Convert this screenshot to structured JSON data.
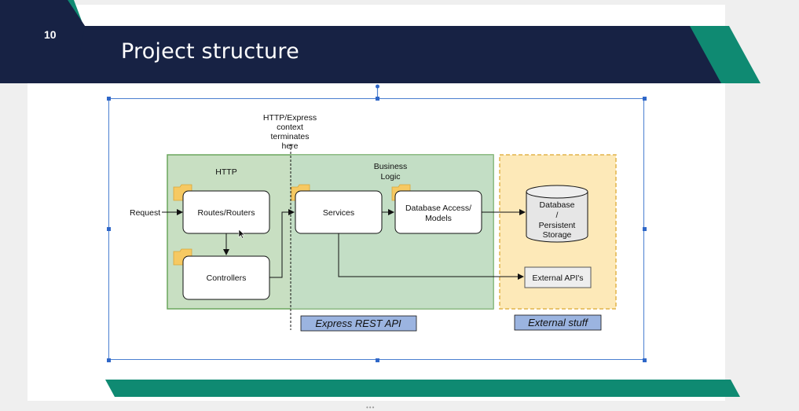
{
  "slide": {
    "number": "10",
    "title": "Project structure",
    "colors": {
      "navy": "#172244",
      "teal": "#0f8a72",
      "frame": "#4a7fd0"
    }
  },
  "diagram": {
    "note": [
      "HTTP/Express",
      "context",
      "terminates",
      "here"
    ],
    "request_label": "Request",
    "http_label": "HTTP",
    "business_logic_label": [
      "Business",
      "Logic"
    ],
    "routes_label": "Routes/Routers",
    "controllers_label": "Controllers",
    "services_label": "Services",
    "db_access_label": [
      "Database Access/",
      "Models"
    ],
    "database_label": [
      "Database",
      "/",
      "Persistent",
      "Storage"
    ],
    "external_apis_label": "External API's",
    "express_rest_api_label": "Express REST API",
    "external_stuff_label": "External stuff"
  }
}
